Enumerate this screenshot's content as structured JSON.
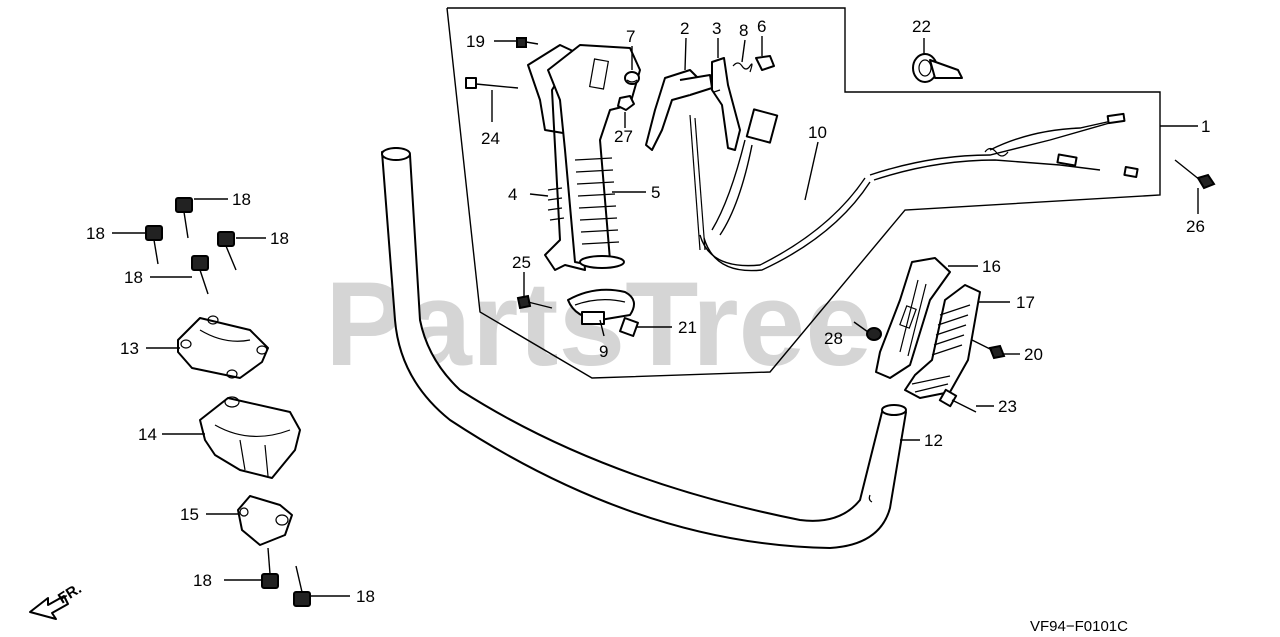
{
  "diagram_code": "VF94−F0101C",
  "direction_label": "FR.",
  "watermark": "PartsTree",
  "callouts": [
    {
      "id": "c1",
      "text": "1"
    },
    {
      "id": "c2",
      "text": "2"
    },
    {
      "id": "c3",
      "text": "3"
    },
    {
      "id": "c4",
      "text": "4"
    },
    {
      "id": "c5",
      "text": "5"
    },
    {
      "id": "c6",
      "text": "6"
    },
    {
      "id": "c7",
      "text": "7"
    },
    {
      "id": "c8",
      "text": "8"
    },
    {
      "id": "c9",
      "text": "9"
    },
    {
      "id": "c10",
      "text": "10"
    },
    {
      "id": "c12",
      "text": "12"
    },
    {
      "id": "c13",
      "text": "13"
    },
    {
      "id": "c14",
      "text": "14"
    },
    {
      "id": "c15",
      "text": "15"
    },
    {
      "id": "c16",
      "text": "16"
    },
    {
      "id": "c17",
      "text": "17"
    },
    {
      "id": "c18a",
      "text": "18"
    },
    {
      "id": "c18b",
      "text": "18"
    },
    {
      "id": "c18c",
      "text": "18"
    },
    {
      "id": "c18d",
      "text": "18"
    },
    {
      "id": "c18e",
      "text": "18"
    },
    {
      "id": "c18f",
      "text": "18"
    },
    {
      "id": "c19",
      "text": "19"
    },
    {
      "id": "c20",
      "text": "20"
    },
    {
      "id": "c21",
      "text": "21"
    },
    {
      "id": "c22",
      "text": "22"
    },
    {
      "id": "c23",
      "text": "23"
    },
    {
      "id": "c24",
      "text": "24"
    },
    {
      "id": "c25",
      "text": "25"
    },
    {
      "id": "c26",
      "text": "26"
    },
    {
      "id": "c27",
      "text": "27"
    },
    {
      "id": "c28",
      "text": "28"
    }
  ]
}
